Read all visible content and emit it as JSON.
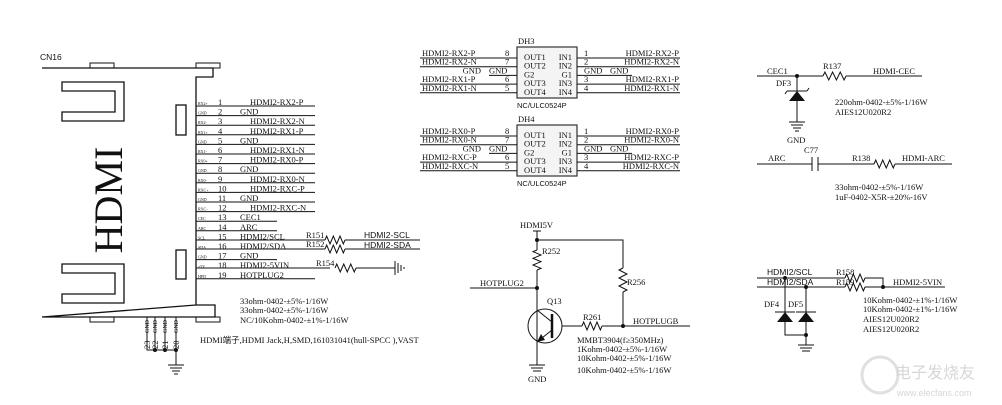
{
  "connector": {
    "ref": "CN16",
    "body_label": "HDMI",
    "pins": [
      {
        "short": "RX2+",
        "num": "1",
        "net": "HDMI2-RX2-P"
      },
      {
        "short": "GND",
        "num": "2",
        "net": "GND"
      },
      {
        "short": "RX2-",
        "num": "3",
        "net": "HDMI2-RX2-N"
      },
      {
        "short": "RX1+",
        "num": "4",
        "net": "HDMI2-RX1-P"
      },
      {
        "short": "GND",
        "num": "5",
        "net": "GND"
      },
      {
        "short": "RX1-",
        "num": "6",
        "net": "HDMI2-RX1-N"
      },
      {
        "short": "RX0+",
        "num": "7",
        "net": "HDMI2-RX0-P"
      },
      {
        "short": "GND",
        "num": "8",
        "net": "GND"
      },
      {
        "short": "RX0-",
        "num": "9",
        "net": "HDMI2-RX0-N"
      },
      {
        "short": "RXC+",
        "num": "10",
        "net": "HDMI2-RXC-P"
      },
      {
        "short": "GND",
        "num": "11",
        "net": "GND"
      },
      {
        "short": "RXC-",
        "num": "12",
        "net": "HDMI2-RXC-N"
      },
      {
        "short": "CEC",
        "num": "13",
        "net": "CEC1"
      },
      {
        "short": "ARC",
        "num": "14",
        "net": "ARC"
      },
      {
        "short": "SCL",
        "num": "15",
        "net": "HDMI2/SCL"
      },
      {
        "short": "SDA",
        "num": "16",
        "net": "HDMI2/SDA"
      },
      {
        "short": "GND",
        "num": "17",
        "net": "GND"
      },
      {
        "short": "+5V",
        "num": "18",
        "net": "HDMI2-5VIN"
      },
      {
        "short": "HPD",
        "num": "19",
        "net": "HOTPLUG2"
      }
    ],
    "shell_pins": [
      {
        "num": "23",
        "label": "GND"
      },
      {
        "num": "22",
        "label": "GND"
      },
      {
        "num": "21",
        "label": "GND"
      },
      {
        "num": "20",
        "label": "GND"
      }
    ],
    "series": [
      {
        "ref": "R151",
        "net": "HDMI2-SCL"
      },
      {
        "ref": "R152",
        "net": "HDMI2-SDA"
      },
      {
        "ref": "R154"
      }
    ],
    "notes": [
      "33ohm-0402-±5%-1/16W",
      "33ohm-0402-±5%-1/16W",
      "NC/10Kohm-0402-±1%-1/16W"
    ],
    "description": "HDMI端子,HDMI Jack,H,SMD,161031041(hull-SPCC ),VAST"
  },
  "esd": [
    {
      "ref": "DH3",
      "part": "NC/ULC0524P",
      "inner": [
        "OUT1",
        "IN1",
        "OUT2",
        "IN2",
        "G2",
        "G1",
        "OUT3",
        "IN3",
        "OUT4",
        "IN4"
      ],
      "left": [
        {
          "net": "HDMI2-RX2-P",
          "pin": "8"
        },
        {
          "net": "HDMI2-RX2-N",
          "pin": "7"
        },
        {
          "net": "GND",
          "pin": "GND"
        },
        {
          "net": "HDMI2-RX1-P",
          "pin": "6"
        },
        {
          "net": "HDMI2-RX1-N",
          "pin": "5"
        }
      ],
      "right": [
        {
          "net": "HDMI2-RX2-P",
          "pin": "1"
        },
        {
          "net": "HDMI2-RX2-N",
          "pin": "2"
        },
        {
          "net": "GND",
          "pin": "GND"
        },
        {
          "net": "HDMI2-RX1-P",
          "pin": "3"
        },
        {
          "net": "HDMI2-RX1-N",
          "pin": "4"
        }
      ]
    },
    {
      "ref": "DH4",
      "part": "NC/ULC0524P",
      "inner": [
        "OUT1",
        "IN1",
        "OUT2",
        "IN2",
        "G2",
        "G1",
        "OUT3",
        "IN3",
        "OUT4",
        "IN4"
      ],
      "left": [
        {
          "net": "HDMI2-RX0-P",
          "pin": "8"
        },
        {
          "net": "HDMI2-RX0-N",
          "pin": "7"
        },
        {
          "net": "GND",
          "pin": "GND"
        },
        {
          "net": "HDMI2-RXC-P",
          "pin": "6"
        },
        {
          "net": "HDMI2-RXC-N",
          "pin": "5"
        }
      ],
      "right": [
        {
          "net": "HDMI2-RX0-P",
          "pin": "1"
        },
        {
          "net": "HDMI2-RX0-N",
          "pin": "2"
        },
        {
          "net": "GND",
          "pin": "GND"
        },
        {
          "net": "HDMI2-RXC-P",
          "pin": "3"
        },
        {
          "net": "HDMI2-RXC-N",
          "pin": "4"
        }
      ]
    }
  ],
  "hotplug": {
    "supply": "HDMI5V",
    "r_pullup": "R252",
    "r_out": "R256",
    "r_base": "R261",
    "transistor": "Q13",
    "in_net": "HOTPLUG2",
    "out_net": "HOTPLUGB",
    "gnd": "GND",
    "notes": [
      "MMBT3904(f≥350MHz)",
      "1Kohm-0402-±5%-1/16W",
      "10Kohm-0402-±5%-1/16W",
      "10Kohm-0402-±5%-1/16W"
    ]
  },
  "cec": {
    "in_net": "CEC1",
    "resistor": "R137",
    "out_net": "HDMI-CEC",
    "diode": "DF3",
    "gnd": "GND",
    "notes": [
      "220ohm-0402-±5%-1/16W",
      "AIES12U020R2"
    ]
  },
  "arc": {
    "in_net": "ARC",
    "cap": "C77",
    "resistor": "R138",
    "out_net": "HDMI-ARC",
    "notes": [
      "33ohm-0402-±5%-1/16W",
      "1uF-0402-X5R-±20%-16V"
    ]
  },
  "ddc": {
    "scl": "HDMI2/SCL",
    "sda": "HDMI2/SDA",
    "r1": "R158",
    "r2": "R159",
    "out_net": "HDMI2-5VIN",
    "d1": "DF4",
    "d2": "DF5",
    "notes": [
      "10Kohm-0402-±1%-1/16W",
      "10Kohm-0402-±1%-1/16W",
      "AIES12U020R2",
      "AIES12U020R2"
    ]
  },
  "watermark": {
    "cn": "电子发烧友",
    "url": "www.elecfans.com"
  }
}
